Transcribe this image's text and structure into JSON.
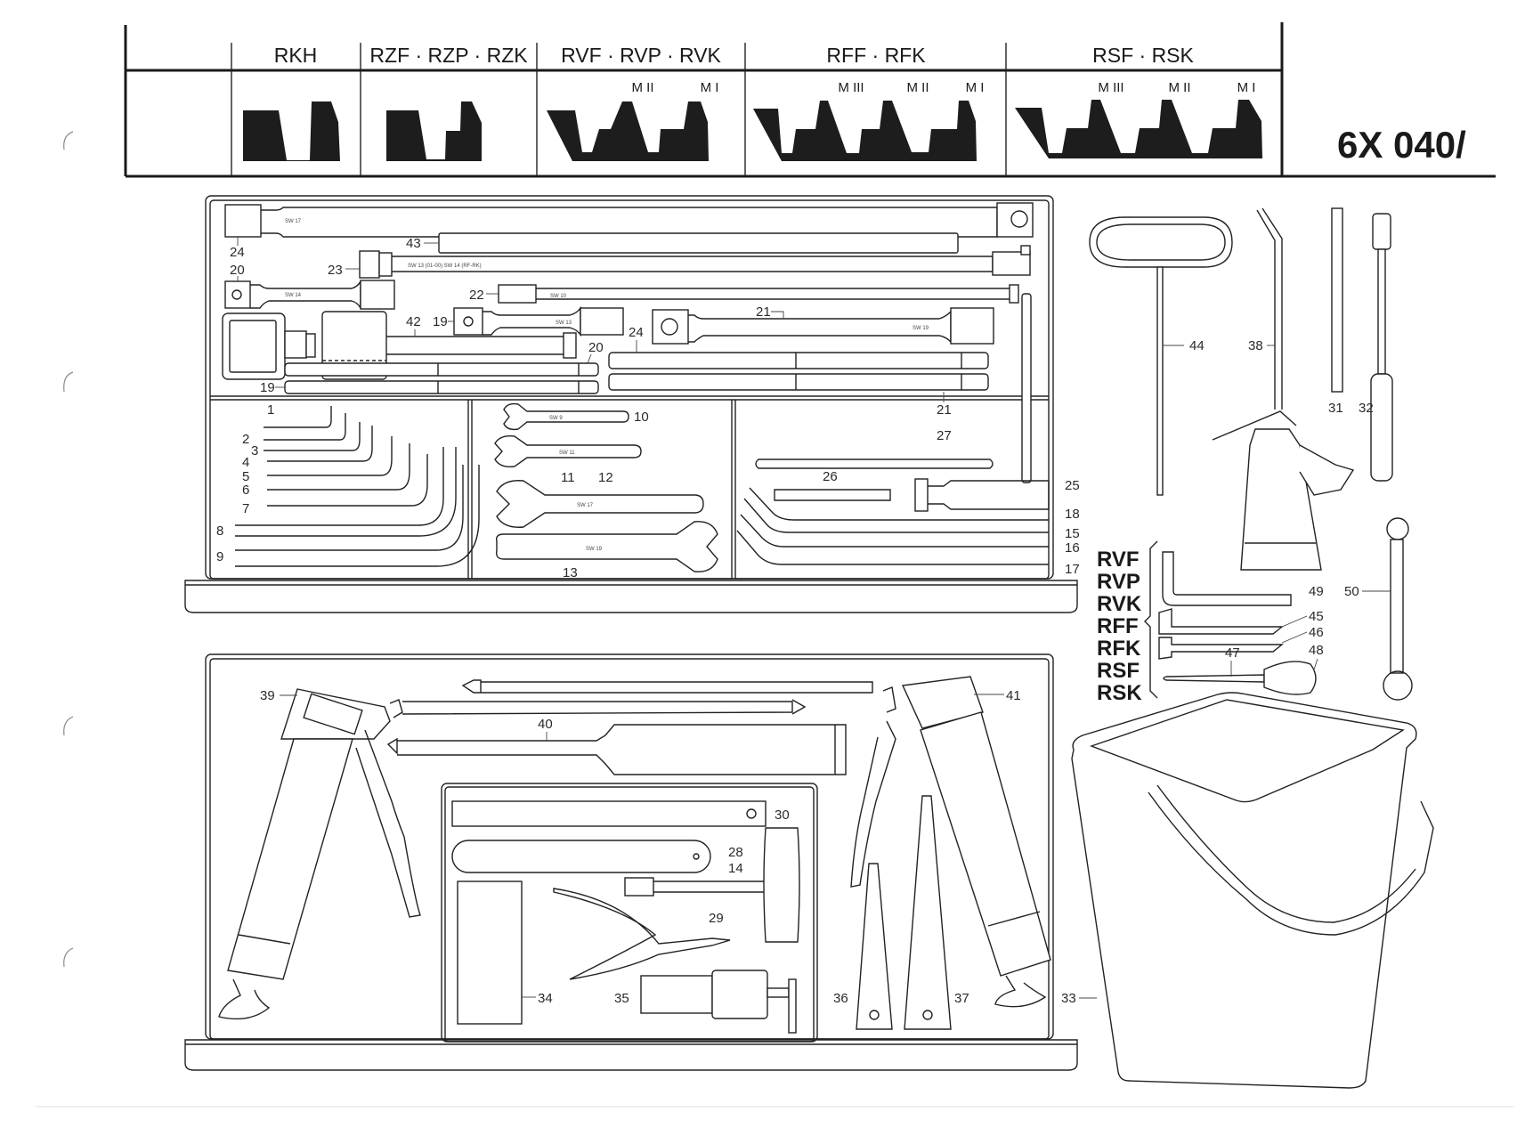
{
  "header": {
    "columns": [
      {
        "label": "RKH",
        "modules": []
      },
      {
        "label": "RZF · RZP · RZK",
        "modules": []
      },
      {
        "label": "RVF · RVP · RVK",
        "modules": [
          "M II",
          "M I"
        ]
      },
      {
        "label": "RFF · RFK",
        "modules": [
          "M III",
          "M II",
          "M I"
        ]
      },
      {
        "label": "RSF · RSK",
        "modules": [
          "M III",
          "M II",
          "M I"
        ]
      }
    ],
    "document_number": "6X 040/"
  },
  "tray_top": {
    "size_markings": {
      "sw17": "SW 17",
      "sw13_14": "SW 13 (01-00)   SW 14 (RF-RK)",
      "sw14": "SW 14",
      "sw10": "SW 10",
      "sw13": "SW 13",
      "sw19": "SW 19"
    },
    "callouts": [
      "24",
      "43",
      "23",
      "20",
      "22",
      "21",
      "42",
      "19",
      "20",
      "24",
      "19",
      "21"
    ]
  },
  "tray_hex_keys": {
    "callouts": [
      "1",
      "2",
      "3",
      "4",
      "5",
      "6",
      "7",
      "8",
      "9"
    ]
  },
  "tray_wrenches": {
    "size_markings": {
      "sw9": "SW 9",
      "sw11": "SW 11",
      "sw17": "SW 17",
      "sw19": "SW 19"
    },
    "callouts": [
      "10",
      "11",
      "12",
      "13"
    ]
  },
  "tray_drivers": {
    "callouts": [
      "27",
      "26",
      "25",
      "18",
      "15",
      "16",
      "17"
    ]
  },
  "loose_tools": {
    "callouts": [
      "44",
      "38",
      "31",
      "32",
      "49",
      "50",
      "45",
      "46",
      "47",
      "48"
    ]
  },
  "variants": [
    "RVF",
    "RVP",
    "RVK",
    "RFF",
    "RFK",
    "RSF",
    "RSK"
  ],
  "tray_bottom": {
    "callouts": [
      "39",
      "40",
      "41",
      "30",
      "28",
      "14",
      "29",
      "34",
      "35",
      "36",
      "37"
    ]
  },
  "bucket": {
    "callout": "33"
  }
}
